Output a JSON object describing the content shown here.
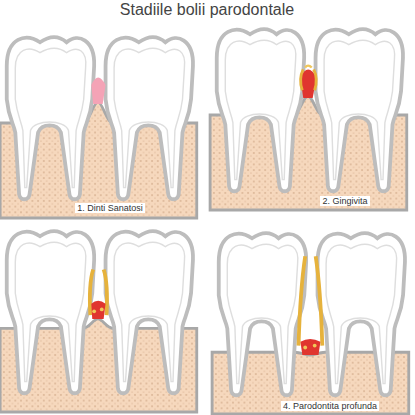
{
  "diagram": {
    "title": "Stadiile bolii parodontale",
    "labels": [
      "1. Dinti Sanatosi",
      "2. Gingivita",
      "4. Parodontita profunda"
    ]
  }
}
